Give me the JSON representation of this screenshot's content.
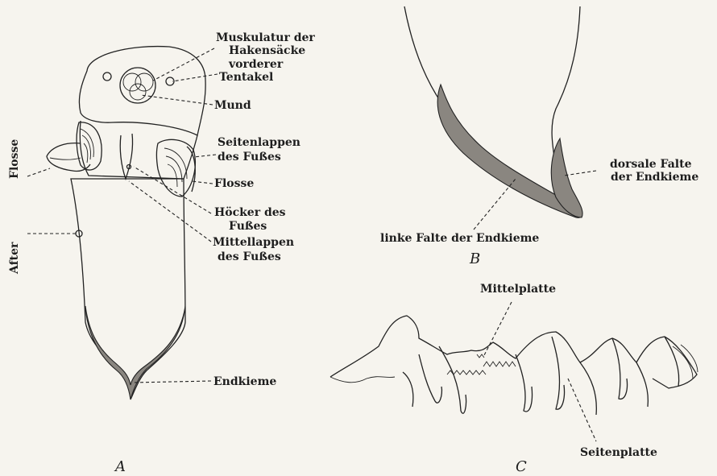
{
  "figure": {
    "panel_a": {
      "caption": "A",
      "labels": {
        "muskulatur": "Muskulatur der",
        "hakensaecke": "Hakensäcke",
        "vorderer": "vorderer",
        "tentakel": "Tentakel",
        "mund": "Mund",
        "seitenlappen": "Seitenlappen",
        "seitenlappen_fuss": "des Fußes",
        "flosse_right": "Flosse",
        "hoecker": "Höcker des",
        "hoecker_fuss": "Fußes",
        "mittellappen": "Mittellappen",
        "mittellappen_fuss": "des Fußes",
        "endkieme": "Endkieme",
        "flosse_left": "Flosse",
        "after": "After"
      }
    },
    "panel_b": {
      "caption": "B",
      "labels": {
        "dorsale_1": "dorsale Falte",
        "dorsale_2": "der Endkieme",
        "linke": "linke Falte der Endkieme"
      }
    },
    "panel_c": {
      "caption": "C",
      "labels": {
        "mittelplatte": "Mittelplatte",
        "seitenplatte": "Seitenplatte"
      }
    }
  }
}
